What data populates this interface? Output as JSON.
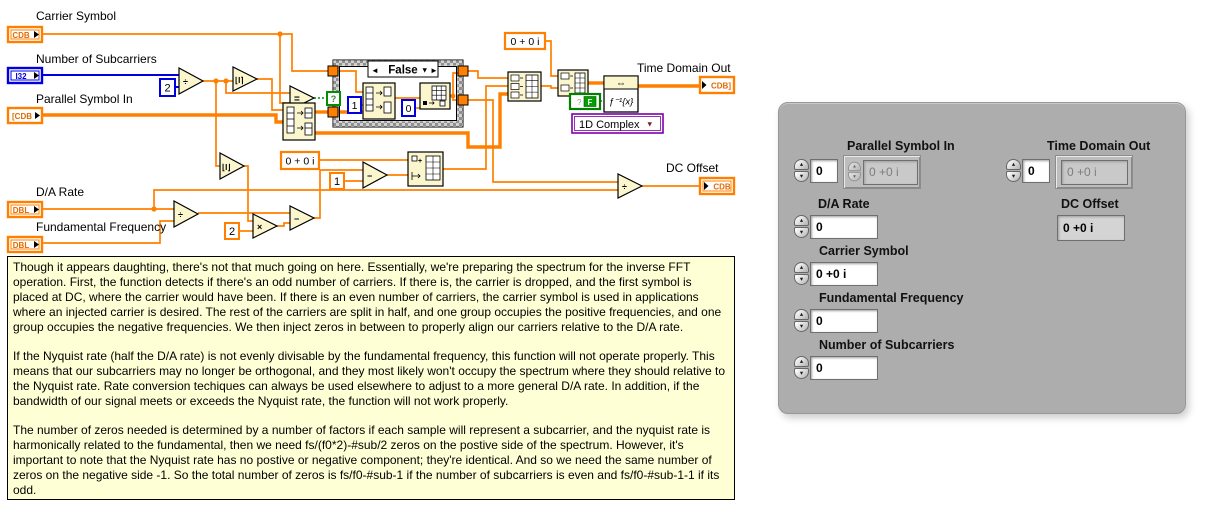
{
  "colors": {
    "wire_orange": "#FF8000",
    "wire_blue": "#0000E0",
    "wire_green": "#009000",
    "node_fill": "#FBF6CE",
    "comment_bg": "#FFFFD5",
    "panel_bg": "#ADADAD",
    "dropdown_border": "#7C00A8"
  },
  "diagram": {
    "labels": {
      "carrier_symbol": "Carrier Symbol",
      "number_of_subcarriers": "Number of Subcarriers",
      "parallel_symbol_in": "Parallel Symbol In",
      "da_rate": "D/A Rate",
      "fundamental_frequency": "Fundamental Frequency",
      "time_domain_out": "Time Domain Out",
      "dc_offset": "DC Offset"
    },
    "terminals": {
      "carrier": "CDB",
      "subcarriers": "I32",
      "parallel": "[CDB",
      "da_rate": "DBL",
      "fundamental": "DBL",
      "time_domain": "CDB]",
      "dc_offset": "CDB"
    },
    "constants": {
      "two_i32": "2",
      "one_i32": "1",
      "zero_i32": "0",
      "complex_zero_mid": "0 + 0 i",
      "complex_zero_top": "0 + 0 i",
      "one_dbl": "1",
      "two_dbl": "2"
    },
    "case_structure": {
      "selector": "False",
      "prev_arrow": "◄",
      "drop_arrow": "▼",
      "next_arrow": "►",
      "question": "?"
    },
    "nodes": {
      "divide": "÷",
      "multiply": "×",
      "subtract": "−",
      "equals": "=",
      "round_nearest": "⌊I⌉",
      "round_floor": "⌊I⌋",
      "fft_swap": "⇔",
      "fft_formula": "ƒ⁻¹{x}",
      "bool_false": "F"
    },
    "dropdown": {
      "label": "1D Complex",
      "arrow": "▼"
    }
  },
  "comment": {
    "paragraph1": "Though it appears daughting, there's not that much going on here. Essentially, we're preparing the spectrum for the inverse FFT operation. First, the function detects if there's an odd number of carriers. If there is, the carrier is dropped, and the first symbol is placed at DC, where the carrier would have been. If there is an even number of carriers, the carrier symbol is used in applications where an injected carrier is desired. The rest of the carriers are split in half, and one group occupies the positive frequencies, and one group occupies the negative frequencies. We then inject zeros in between to properly align our carriers relative to the D/A rate.",
    "paragraph2": "If the Nyquist rate (half the D/A rate) is not evenly divisable by the fundamental frequency, this function will not operate properly. This means that our subcarriers may no longer be orthogonal, and they most likely won't occupy the spectrum where they should relative to the Nyquist rate. Rate conversion techiques can always be used elsewhere to adjust to a more general D/A rate. In addition, if the bandwidth of our signal meets or exceeds the Nyquist rate, the function will not work properly.",
    "paragraph3": "The number of zeros needed is determined by a number of factors if each sample will represent a subcarrier, and the nyquist rate is harmonically related to the fundamental, then we need fs/(f0*2)-#sub/2 zeros on the postive side of the spectrum. However, it's important to note that the Nyquist rate has no postive or negative component; they're identical. And so we need the same number of zeros on the negative side -1. So the total number of zeros is fs/f0-#sub-1 if the number of subcarriers is even and fs/f0-#sub-1-1 if its odd."
  },
  "panel": {
    "spinner_up": "▴",
    "spinner_down": "▾",
    "parallel_symbol_in": {
      "label": "Parallel Symbol In",
      "index": "0",
      "value": "0 +0 i"
    },
    "da_rate": {
      "label": "D/A Rate",
      "value": "0"
    },
    "carrier_symbol": {
      "label": "Carrier Symbol",
      "value": "0 +0 i"
    },
    "fundamental_frequency": {
      "label": "Fundamental Frequency",
      "value": "0"
    },
    "number_of_subcarriers": {
      "label": "Number of Subcarriers",
      "value": "0"
    },
    "time_domain_out": {
      "label": "Time Domain Out",
      "index": "0",
      "value": "0 +0 i"
    },
    "dc_offset": {
      "label": "DC Offset",
      "value": "0 +0 i"
    }
  }
}
